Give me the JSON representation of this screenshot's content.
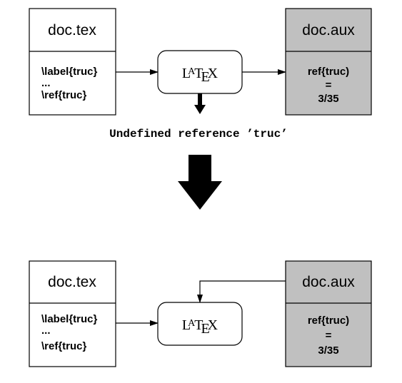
{
  "top": {
    "tex_box": {
      "title": "doc.tex",
      "lines": [
        "\\label{truc}",
        "...",
        "\\ref{truc}"
      ]
    },
    "latex_label": "LATEX",
    "aux_box": {
      "title": "doc.aux",
      "lines": [
        "ref{truc)",
        "=",
        "3/35"
      ]
    },
    "warning": "Undefined reference ’truc’"
  },
  "bottom": {
    "tex_box": {
      "title": "doc.tex",
      "lines": [
        "\\label{truc}",
        "...",
        "\\ref{truc}"
      ]
    },
    "latex_label": "LATEX",
    "aux_box": {
      "title": "doc.aux",
      "lines": [
        "ref{truc)",
        "=",
        "3/35"
      ]
    }
  },
  "colors": {
    "aux_fill": "#c0c0c0",
    "stroke": "#000000"
  }
}
